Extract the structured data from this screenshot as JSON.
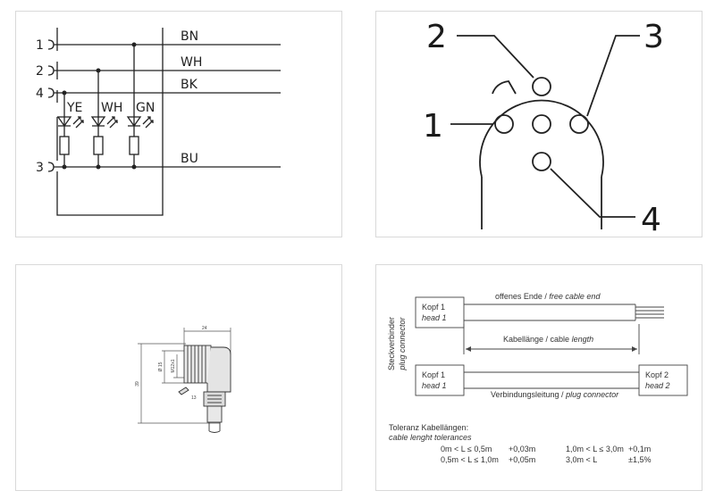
{
  "wiring": {
    "pins": [
      "1",
      "2",
      "4",
      "3"
    ],
    "wires": [
      "BN",
      "WH",
      "BK",
      "BU"
    ],
    "leds": [
      "YE",
      "WH",
      "GN"
    ]
  },
  "pinout": {
    "pins": [
      "1",
      "2",
      "3",
      "4"
    ]
  },
  "dimensions": {
    "width": "24",
    "diameter": "Ø 15",
    "thread": "M12x1",
    "height": "39",
    "angle": "13"
  },
  "cable": {
    "side_label": "Steckverbinder",
    "side_label_en": "plug connector",
    "head1": "Kopf 1",
    "head1_en": "head 1",
    "head2": "Kopf 2",
    "head2_en": "head 2",
    "free_end": "offenes Ende",
    "free_end_en": "free cable end",
    "length": "Kabellänge / cable",
    "length_en": "length",
    "connecting_lead": "Verbindungsleitung /",
    "connecting_lead_en": "plug connector",
    "tolerance_title": "Toleranz Kabellängen:",
    "tolerance_title_en": "cable lenght tolerances",
    "tolerances": [
      {
        "range": "0m < L ≤ 0,5m",
        "tol": "+0,03m"
      },
      {
        "range": "0,5m < L ≤ 1,0m",
        "tol": "+0,05m"
      },
      {
        "range": "1,0m < L ≤ 3,0m",
        "tol": "+0,1m"
      },
      {
        "range": "3,0m < L",
        "tol": "±1,5%"
      }
    ]
  }
}
